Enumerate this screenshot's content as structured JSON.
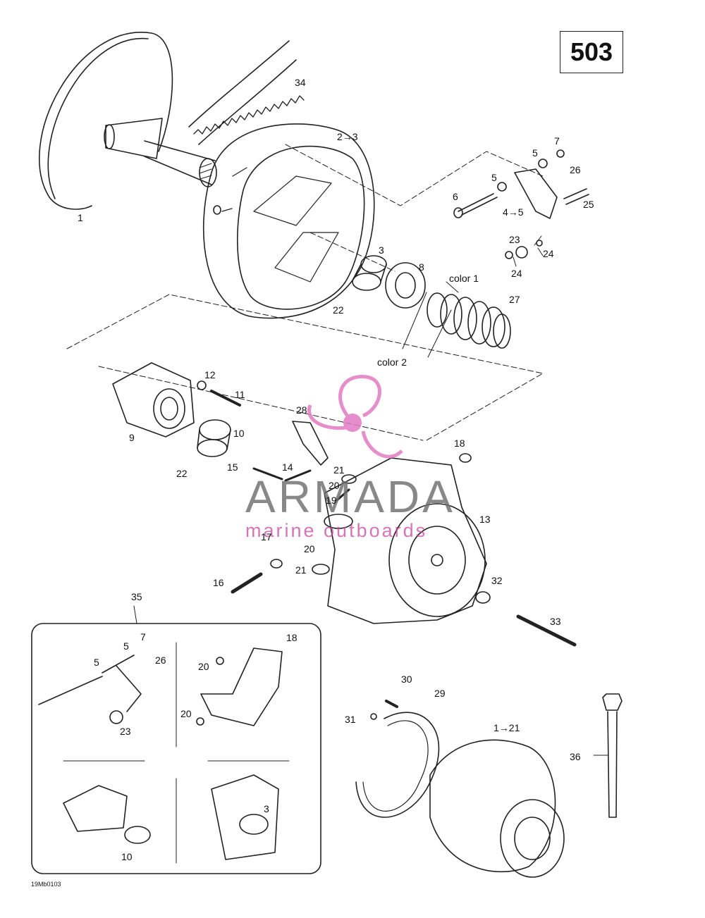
{
  "page": {
    "diagram_code": "503",
    "footer_ref": "19Mb0103"
  },
  "watermark": {
    "brand": "ARMADA",
    "tagline": "marine outboards",
    "colors": {
      "logo": "#e27bc2",
      "text": "#707070"
    }
  },
  "callouts": [
    {
      "id": "c1",
      "text": "1"
    },
    {
      "id": "c34",
      "text": "34"
    },
    {
      "id": "c2-3",
      "text": "2→3"
    },
    {
      "id": "c7a",
      "text": "7"
    },
    {
      "id": "c5a",
      "text": "5"
    },
    {
      "id": "c5b",
      "text": "5"
    },
    {
      "id": "c26a",
      "text": "26"
    },
    {
      "id": "c6",
      "text": "6"
    },
    {
      "id": "c4-5",
      "text": "4→5"
    },
    {
      "id": "c25",
      "text": "25"
    },
    {
      "id": "c23a",
      "text": "23"
    },
    {
      "id": "c24a",
      "text": "24"
    },
    {
      "id": "c24b",
      "text": "24"
    },
    {
      "id": "c3a",
      "text": "3"
    },
    {
      "id": "c8",
      "text": "8"
    },
    {
      "id": "c22a",
      "text": "22"
    },
    {
      "id": "color1",
      "text": "color 1"
    },
    {
      "id": "c27",
      "text": "27"
    },
    {
      "id": "color2",
      "text": "color 2"
    },
    {
      "id": "c12",
      "text": "12"
    },
    {
      "id": "c11",
      "text": "11"
    },
    {
      "id": "c9",
      "text": "9"
    },
    {
      "id": "c10a",
      "text": "10"
    },
    {
      "id": "c22b",
      "text": "22"
    },
    {
      "id": "c28",
      "text": "28"
    },
    {
      "id": "c18a",
      "text": "18"
    },
    {
      "id": "c15",
      "text": "15"
    },
    {
      "id": "c14",
      "text": "14"
    },
    {
      "id": "c21a",
      "text": "21"
    },
    {
      "id": "c20a",
      "text": "20"
    },
    {
      "id": "c19",
      "text": "19"
    },
    {
      "id": "c13",
      "text": "13"
    },
    {
      "id": "c20b",
      "text": "20"
    },
    {
      "id": "c17",
      "text": "17"
    },
    {
      "id": "c21b",
      "text": "21"
    },
    {
      "id": "c16",
      "text": "16"
    },
    {
      "id": "c32",
      "text": "32"
    },
    {
      "id": "c33",
      "text": "33"
    },
    {
      "id": "c35",
      "text": "35"
    },
    {
      "id": "c7b",
      "text": "7"
    },
    {
      "id": "c5c",
      "text": "5"
    },
    {
      "id": "c5d",
      "text": "5"
    },
    {
      "id": "c26b",
      "text": "26"
    },
    {
      "id": "c23b",
      "text": "23"
    },
    {
      "id": "c18b",
      "text": "18"
    },
    {
      "id": "c20c",
      "text": "20"
    },
    {
      "id": "c20d",
      "text": "20"
    },
    {
      "id": "c3b",
      "text": "3"
    },
    {
      "id": "c10b",
      "text": "10"
    },
    {
      "id": "c30",
      "text": "30"
    },
    {
      "id": "c29",
      "text": "29"
    },
    {
      "id": "c31",
      "text": "31"
    },
    {
      "id": "c1-21",
      "text": "1→21"
    },
    {
      "id": "c36",
      "text": "36"
    }
  ]
}
